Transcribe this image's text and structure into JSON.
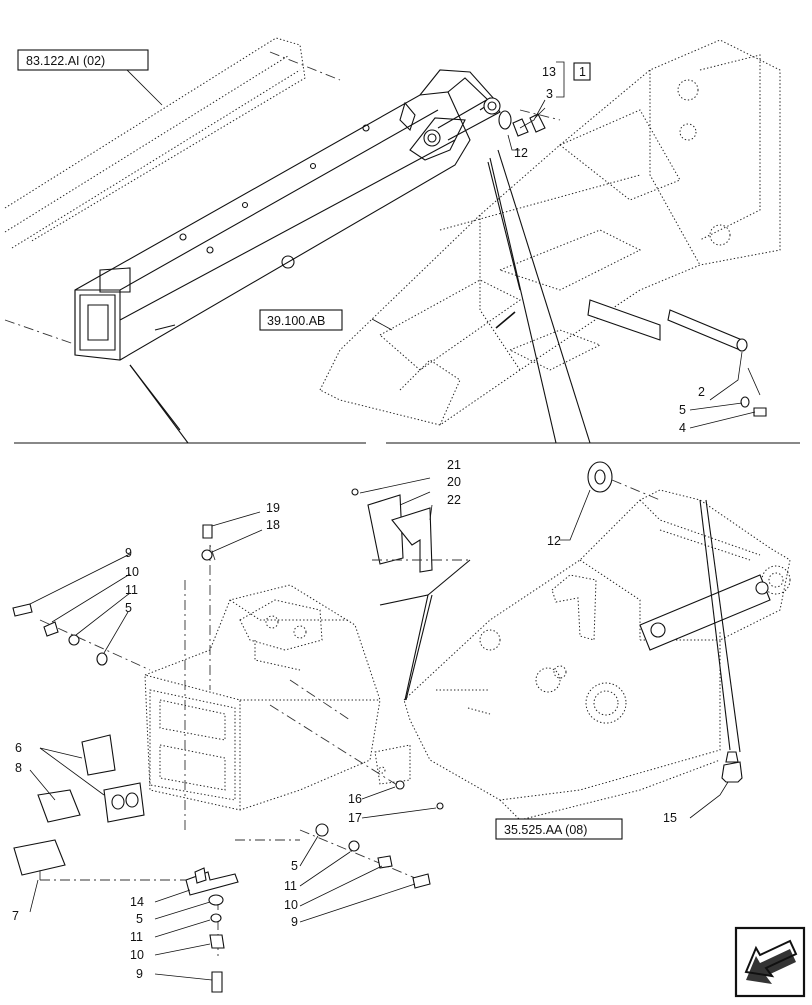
{
  "references": {
    "r83122": "83.122.AI (02)",
    "r39100": "39.100.AB",
    "r35525": "35.525.AA (08)"
  },
  "note_box": "1",
  "callouts": {
    "c13": "13",
    "c3": "3",
    "c12a": "12",
    "c2": "2",
    "c5a": "5",
    "c4": "4",
    "c21": "21",
    "c20": "20",
    "c22": "22",
    "c19": "19",
    "c18": "18",
    "c9a": "9",
    "c10a": "10",
    "c11a": "11",
    "c5b": "5",
    "c6": "6",
    "c8": "8",
    "c7": "7",
    "c12b": "12",
    "c15": "15",
    "c16": "16",
    "c17": "17",
    "c5c": "5",
    "c11b": "11",
    "c10b": "10",
    "c9b": "9",
    "c14": "14",
    "c5d": "5",
    "c11c": "11",
    "c10c": "10",
    "c9c": "9"
  },
  "icons": {
    "navigation": "back-arrow-icon"
  }
}
